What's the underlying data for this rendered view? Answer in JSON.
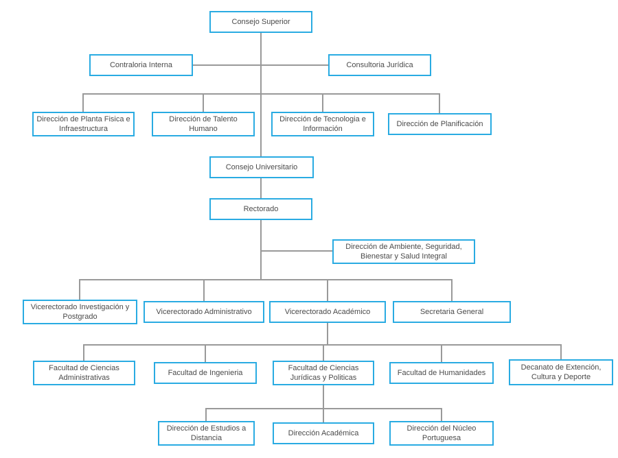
{
  "colors": {
    "box_border": "#29ABE2",
    "connector": "#999999",
    "text": "#4A4A4A",
    "background": "#FFFFFF"
  },
  "org_chart": {
    "type": "organizational-chart",
    "nodes": {
      "consejo_superior": "Consejo Superior",
      "contraloria_interna": "Contraloria Interna",
      "consultoria_juridica": "Consultoria Jurídica",
      "planta_fisica": "Dirección de Planta Fisica e Infraestructura",
      "talento_humano": "Dirección de Talento Humano",
      "tecnologia_informacion": "Dirección de Tecnologia e Información",
      "planificacion": "Dirección de Planificación",
      "consejo_universitario": "Consejo Universitario",
      "rectorado": "Rectorado",
      "ambiente_seguridad": "Dirección de Ambiente, Seguridad, Bienestar y Salud Integral",
      "vic_investigacion": "Vicerectorado Investigación y Postgrado",
      "vic_administrativo": "Vicerectorado Administrativo",
      "vic_academico": "Vicerectorado Académico",
      "secretaria_general": "Secretaria General",
      "fac_administrativas": "Facultad de Ciencias Administrativas",
      "fac_ingenieria": "Facultad de Ingenieria",
      "fac_juridicas": "Facultad de Ciencias Jurídicas y Politicas",
      "fac_humanidades": "Facultad de Humanidades",
      "decanato_extencion": "Decanato de Extención, Cultura y Deporte",
      "dir_estudios_distancia": "Dirección de Estudios a Distancia",
      "dir_academica": "Dirección Académica",
      "dir_nucleo_portuguesa": "Dirección del Núcleo Portuguesa"
    },
    "edges": [
      {
        "from": "consejo_superior",
        "to": [
          "contraloria_interna",
          "consultoria_juridica"
        ]
      },
      {
        "from": "consejo_superior",
        "to": [
          "planta_fisica",
          "talento_humano",
          "tecnologia_informacion",
          "planificacion"
        ]
      },
      {
        "from": "consejo_superior",
        "to": [
          "consejo_universitario"
        ]
      },
      {
        "from": "consejo_universitario",
        "to": [
          "rectorado"
        ]
      },
      {
        "from": "rectorado",
        "to": [
          "ambiente_seguridad"
        ]
      },
      {
        "from": "rectorado",
        "to": [
          "vic_investigacion",
          "vic_administrativo",
          "vic_academico",
          "secretaria_general"
        ]
      },
      {
        "from": "vic_academico",
        "to": [
          "fac_administrativas",
          "fac_ingenieria",
          "fac_juridicas",
          "fac_humanidades",
          "decanato_extencion"
        ]
      },
      {
        "from": "fac_juridicas",
        "to": [
          "dir_estudios_distancia",
          "dir_academica",
          "dir_nucleo_portuguesa"
        ]
      }
    ]
  }
}
